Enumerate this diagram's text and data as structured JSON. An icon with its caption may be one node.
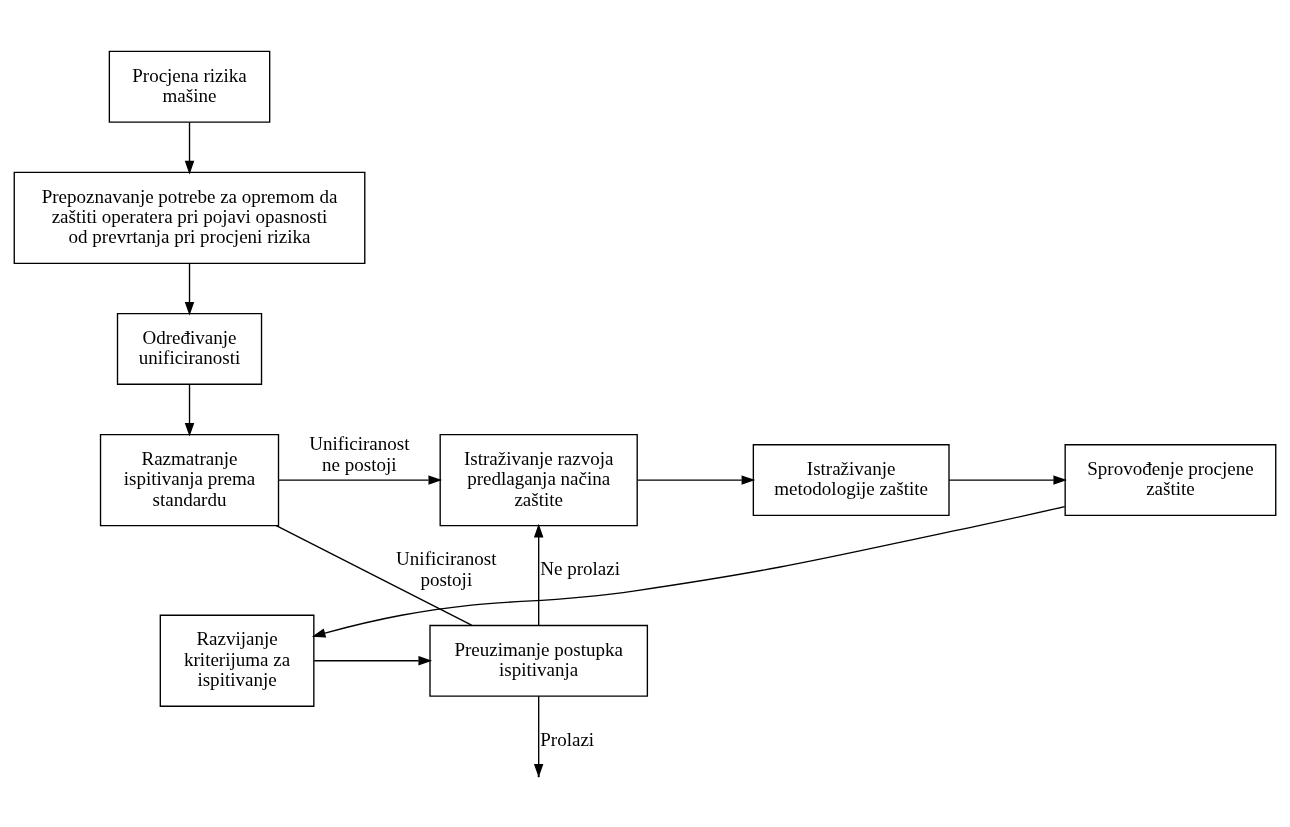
{
  "diagram": {
    "nodes": [
      {
        "text": [
          "Procjena rizika mašine"
        ]
      },
      {
        "text": [
          "Prepoznavanje potrebe za opremom da zaštiti operatera pri pojavi opasnosti od prevrtanja pri procjeni rizika"
        ]
      },
      {
        "text": [
          "Određivanje unificiranosti"
        ]
      },
      {
        "text": [
          "Razmatranje ispitivanja prema standardu"
        ]
      },
      {
        "text": [
          "Istraživanje razvoja predlaganja načina zaštite"
        ]
      },
      {
        "text": [
          "Istraživanje metodologije zaštite"
        ]
      },
      {
        "text": [
          "Sprovođenje procjene zaštite"
        ]
      },
      {
        "text": [
          "Preuzimanje postupka ispitivanja"
        ]
      },
      {
        "text": [
          "Razvijanje kriterijuma za ispitivanje"
        ]
      }
    ],
    "edges": [
      {
        "from": 0,
        "to": 1,
        "arrow": "to"
      },
      {
        "from": 1,
        "to": 2,
        "arrow": "to"
      },
      {
        "from": 2,
        "to": 3,
        "arrow": "to"
      },
      {
        "from": 3,
        "to": 4,
        "arrow": "to",
        "label": "Unificiranost ne postoji"
      },
      {
        "from": 4,
        "to": 5,
        "arrow": "to"
      },
      {
        "from": 5,
        "to": 6,
        "arrow": "to"
      },
      {
        "from": 6,
        "to": 8,
        "arrow": "to"
      },
      {
        "from": 8,
        "to": 7,
        "arrow": "to"
      },
      {
        "from": 3,
        "to": 7,
        "arrow": "none",
        "label": "Unificiranost postoji"
      },
      {
        "from": 7,
        "to": 4,
        "arrow": "to",
        "label": "Ne prolazi"
      },
      {
        "from": 7,
        "to": null,
        "arrow": "to",
        "label": "Prolazi"
      }
    ]
  }
}
